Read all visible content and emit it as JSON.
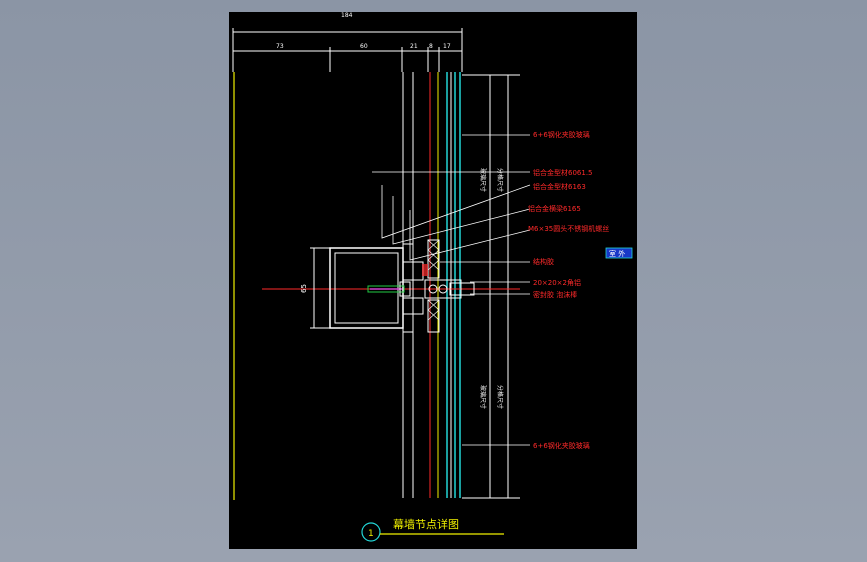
{
  "colors": {
    "background": "#8e97a6",
    "sheet": "#000000",
    "white": "#ffffff",
    "red": "#ff2a2a",
    "cyan": "#22d6d6",
    "yellow": "#f0f000",
    "green": "#22cc44",
    "blue_label_bg": "#1838c8"
  },
  "dimensions": {
    "total": "184",
    "d1": "73",
    "d2": "60",
    "d3": "21",
    "d4": "8",
    "d5": "17",
    "height": "65"
  },
  "labels": {
    "glass_top": "6+6钢化夹胶玻璃",
    "alu_1": "铝合金型材6061.5",
    "alu_2": "铝合金型材6163",
    "alu_3": "铝合金横梁6165",
    "bolt": "M6×35圆头不锈钢机螺丝",
    "structural_glue": "结构胶",
    "double_tape": "20×20×2角铝",
    "sealant": "密封胶 泡沫棒",
    "glass_bottom": "6+6钢化夹胶玻璃",
    "outdoor": "室 外",
    "vertical_a_top": "玻璃尺寸",
    "vertical_b_top": "分格尺寸",
    "vertical_a_bottom": "玻璃尺寸",
    "vertical_b_bottom": "分格尺寸"
  },
  "title": {
    "number": "1",
    "text": "幕墙节点详图"
  }
}
